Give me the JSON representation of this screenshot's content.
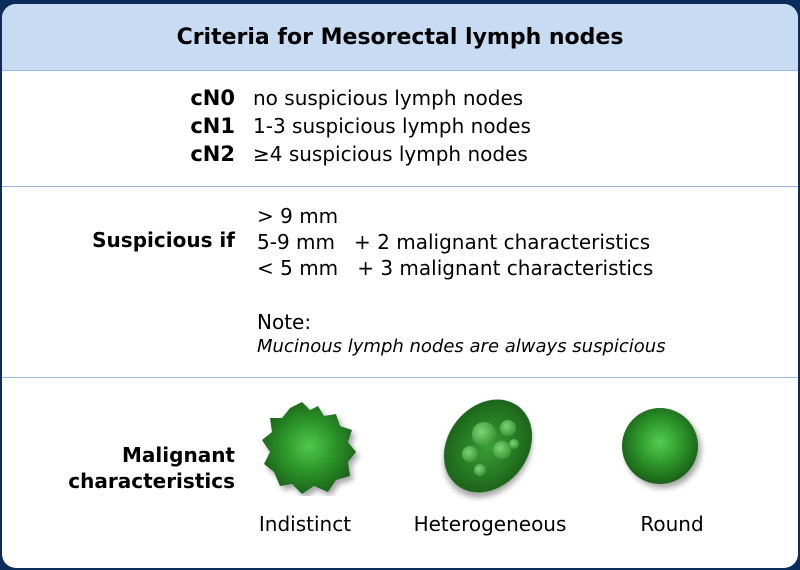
{
  "title": "Criteria for Mesorectal lymph nodes",
  "cn_rows": [
    {
      "code": "cN0",
      "desc": "no suspicious lymph nodes"
    },
    {
      "code": "cN1",
      "desc": "1-3 suspicious lymph nodes"
    },
    {
      "code": "cN2",
      "desc": "≥4 suspicious lymph nodes"
    }
  ],
  "suspicious": {
    "label": "Suspicious if",
    "lines": [
      "> 9 mm",
      "5-9 mm   + 2 malignant characteristics",
      "< 5 mm   + 3 malignant characteristics"
    ],
    "note_label": "Note:",
    "note_text": "Mucinous lymph nodes are always suspicious"
  },
  "malignant": {
    "label_line1": "Malignant",
    "label_line2": "characteristics",
    "items": [
      {
        "caption": "Indistinct",
        "icon": "indistinct-node-icon"
      },
      {
        "caption": "Heterogeneous",
        "icon": "heterogeneous-node-icon"
      },
      {
        "caption": "Round",
        "icon": "round-node-icon"
      }
    ]
  },
  "colors": {
    "background": "#0c2d5c",
    "header": "#c7dcf2",
    "node_dark": "#1f6e1d",
    "node_light": "#4fc24b"
  }
}
